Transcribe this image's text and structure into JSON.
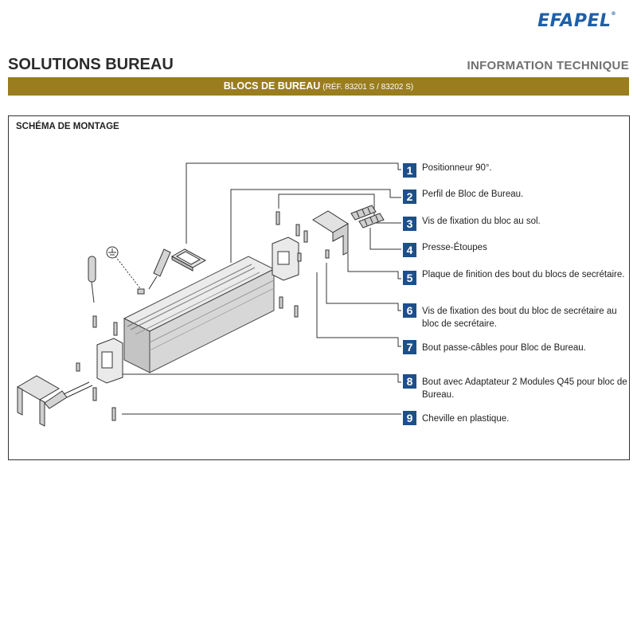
{
  "header": {
    "brand": "EFAPEL",
    "title_left": "SOLUTIONS BUREAU",
    "title_right": "INFORMATION TECHNIQUE"
  },
  "band": {
    "main": "BLOCS DE BUREAU",
    "ref": "(RÉF. 83201 S / 83202 S)",
    "color": "#9a7d1f"
  },
  "schema": {
    "title": "SCHÉMA DE MONTAGE",
    "legend": [
      {
        "num": "1",
        "text": "Positionneur 90°."
      },
      {
        "num": "2",
        "text": "Perfil de Bloc de Bureau."
      },
      {
        "num": "3",
        "text": "Vis de fixation du bloc au sol."
      },
      {
        "num": "4",
        "text": "Presse-Étoupes"
      },
      {
        "num": "5",
        "text": "Plaque de finition des bout du blocs de secrétaire."
      },
      {
        "num": "6",
        "text": "Vis de fixation des bout du bloc de secrétaire au bloc de secrétaire."
      },
      {
        "num": "7",
        "text": "Bout passe-câbles pour Bloc de Bureau."
      },
      {
        "num": "8",
        "text": "Bout avec Adaptateur 2 Modules Q45 pour bloc de Bureau."
      },
      {
        "num": "9",
        "text": "Cheville en plastique."
      }
    ]
  },
  "colors": {
    "brand_blue": "#1f5fa8",
    "number_box": "#1d4f8a"
  }
}
